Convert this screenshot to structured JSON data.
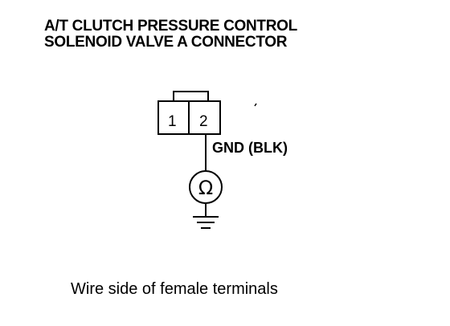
{
  "title": {
    "line1": "A/T CLUTCH PRESSURE CONTROL",
    "line2": "SOLENOID VALVE A CONNECTOR"
  },
  "connector": {
    "pins": [
      "1",
      "2"
    ]
  },
  "wire": {
    "label": "GND (BLK)"
  },
  "meter": {
    "symbol": "Ω",
    "icon": "ohmmeter-icon"
  },
  "ground": {
    "icon": "ground-icon"
  },
  "caption": "Wire side of female terminals"
}
